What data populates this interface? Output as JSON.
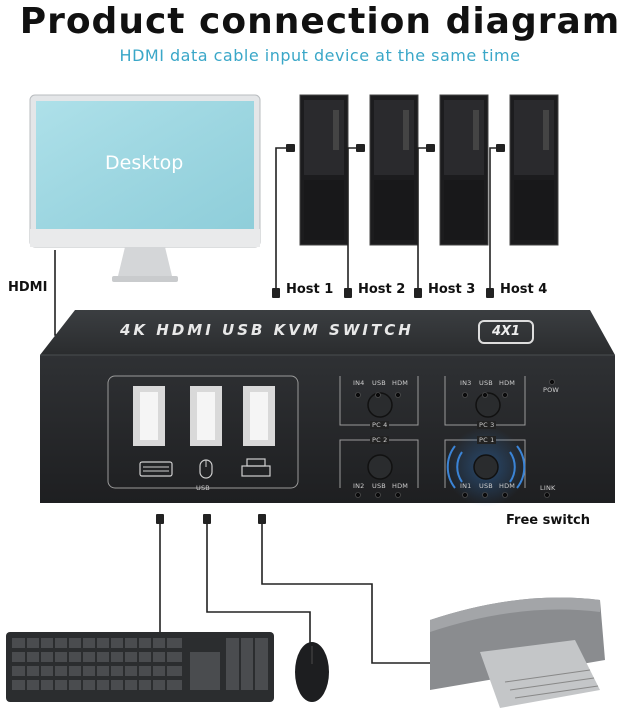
{
  "title": "Product connection diagram",
  "subtitle": "HDMI data cable input device at the same time",
  "monitor": {
    "screen_text": "Desktop"
  },
  "hdmi_label": "HDMI",
  "hosts": [
    "Host 1",
    "Host 2",
    "Host 3",
    "Host 4"
  ],
  "kvm": {
    "title": "4K HDMI USB KVM SWITCH",
    "badge": "4X1",
    "usb_label": "USB",
    "pow_label": "POW",
    "link_label": "LINK",
    "ports": [
      {
        "pc": "PC 4",
        "in": "IN4",
        "usb": "USB",
        "hdm": "HDM"
      },
      {
        "pc": "PC 3",
        "in": "IN3",
        "usb": "USB",
        "hdm": "HDM"
      },
      {
        "pc": "PC 2",
        "in": "IN2",
        "usb": "USB",
        "hdm": "HDM"
      },
      {
        "pc": "PC 1",
        "in": "IN1",
        "usb": "USB",
        "hdm": "HDM"
      }
    ]
  },
  "free_switch_label": "Free switch"
}
